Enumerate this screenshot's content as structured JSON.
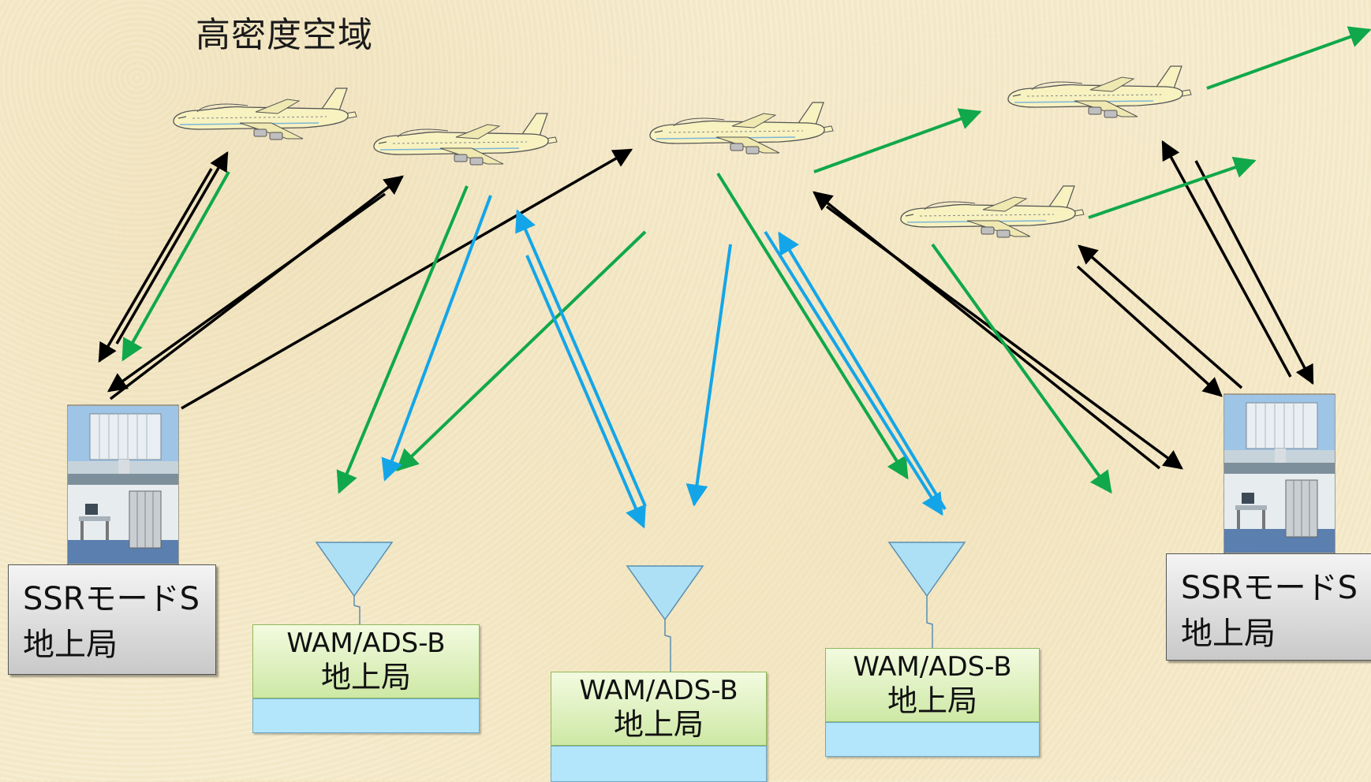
{
  "title": "高密度空域",
  "ssr_stations": [
    {
      "line1": "SSRモードS",
      "line2": "地上局"
    },
    {
      "line1": "SSRモードS",
      "line2": "地上局"
    }
  ],
  "wam_stations": [
    {
      "line1": "WAM/ADS-B",
      "line2": "地上局"
    },
    {
      "line1": "WAM/ADS-B",
      "line2": "地上局"
    },
    {
      "line1": "WAM/ADS-B",
      "line2": "地上局"
    }
  ],
  "colors": {
    "interrogation": "#000000",
    "squitter": "#10a84a",
    "wam_link": "#14a5e8",
    "aircraft_body": "#f7f2c0",
    "antenna": "#aee0f5"
  },
  "icons": {
    "aircraft": "jumbo-jet-icon",
    "antenna": "triangle-antenna-icon",
    "radar": "radar-station-photo"
  }
}
